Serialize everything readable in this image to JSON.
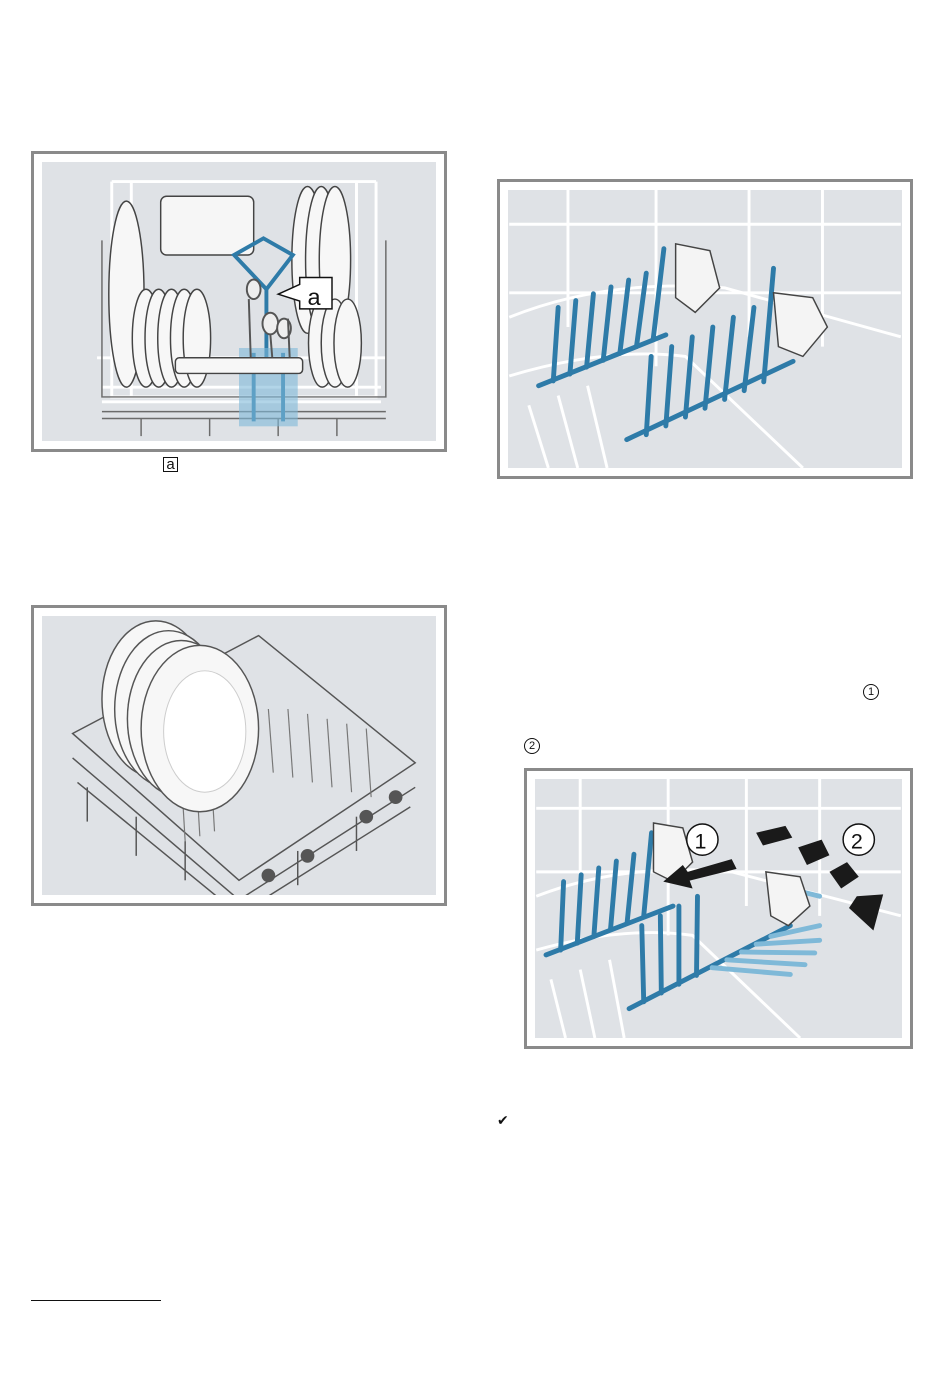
{
  "labels": {
    "fig1_callout": "a",
    "legend_a": "a",
    "step1": "1",
    "step2": "2",
    "fig4_step1": "1",
    "fig4_step2": "2",
    "check_icon": "check-icon"
  },
  "colors": {
    "accent_blue": "#2e7ba8",
    "light_blue": "#7fb9d8",
    "panel_bg": "#dfe2e6",
    "frame": "#8a8a8a",
    "wire": "#ffffff",
    "arrow": "#1a1a1a"
  }
}
